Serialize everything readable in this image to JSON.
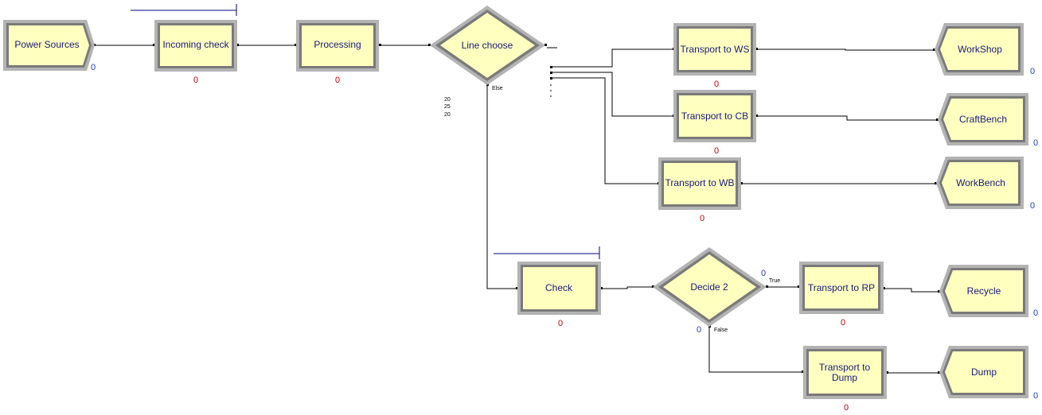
{
  "colors": {
    "block_fill": "#ffffc0",
    "frame_outer": "#b3b3b3",
    "frame_inner": "#7a7a7a",
    "label": "#1a1a7a",
    "count_red": "#c00000",
    "count_blue": "#1f3fbf",
    "queue_line": "#000080"
  },
  "modules": {
    "power_sources": {
      "label": "Power Sources",
      "count": "0"
    },
    "incoming_check": {
      "label": "Incoming check",
      "count": "0"
    },
    "processing": {
      "label": "Processing",
      "count": "0"
    },
    "line_choose": {
      "label": "Line choose",
      "percents": [
        "20",
        "25",
        "20"
      ],
      "else_label": "Else"
    },
    "transport_ws": {
      "label": "Transport to WS",
      "count": "0"
    },
    "transport_cb": {
      "label": "Transport to CB",
      "count": "0"
    },
    "transport_wb": {
      "label": "Transport to WB",
      "count": "0"
    },
    "workshop": {
      "label": "WorkShop",
      "count": "0"
    },
    "craftbench": {
      "label": "CraftBench",
      "count": "0"
    },
    "workbench": {
      "label": "WorkBench",
      "count": "0"
    },
    "check": {
      "label": "Check",
      "count": "0"
    },
    "decide2": {
      "label": "Decide 2",
      "true_label": "True",
      "false_label": "False",
      "true_count": "0",
      "false_count": "0"
    },
    "transport_rp": {
      "label": "Transport to RP",
      "count": "0"
    },
    "transport_dump": {
      "label_line1": "Transport to",
      "label_line2": "Dump",
      "count": "0"
    },
    "recycle": {
      "label": "Recycle",
      "count": "0"
    },
    "dump": {
      "label": "Dump",
      "count": "0"
    }
  }
}
